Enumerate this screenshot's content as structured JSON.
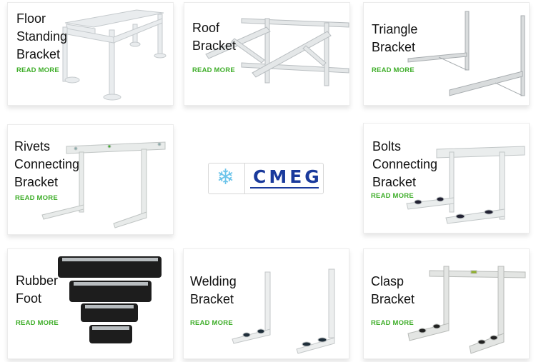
{
  "brand": {
    "logo_text": "CMEG",
    "logo_color": "#1a3a9c",
    "snowflake_color": "#6cc4ea"
  },
  "accent_color": "#3fae2a",
  "products": [
    {
      "title": "Floor\nStanding\nBracket",
      "link": "READ MORE"
    },
    {
      "title": "Roof\nBracket",
      "link": "READ MORE"
    },
    {
      "title": "Triangle\nBracket",
      "link": "READ MORE"
    },
    {
      "title": "Rivets\nConnecting\nBracket",
      "link": "READ MORE"
    },
    {
      "title": "Bolts\nConnecting\nBracket",
      "link": "READ MORE"
    },
    {
      "title": "Rubber\nFoot",
      "link": "READ MORE"
    },
    {
      "title": "Welding\nBracket",
      "link": "READ MORE"
    },
    {
      "title": "Clasp\nBracket",
      "link": "READ MORE"
    }
  ]
}
